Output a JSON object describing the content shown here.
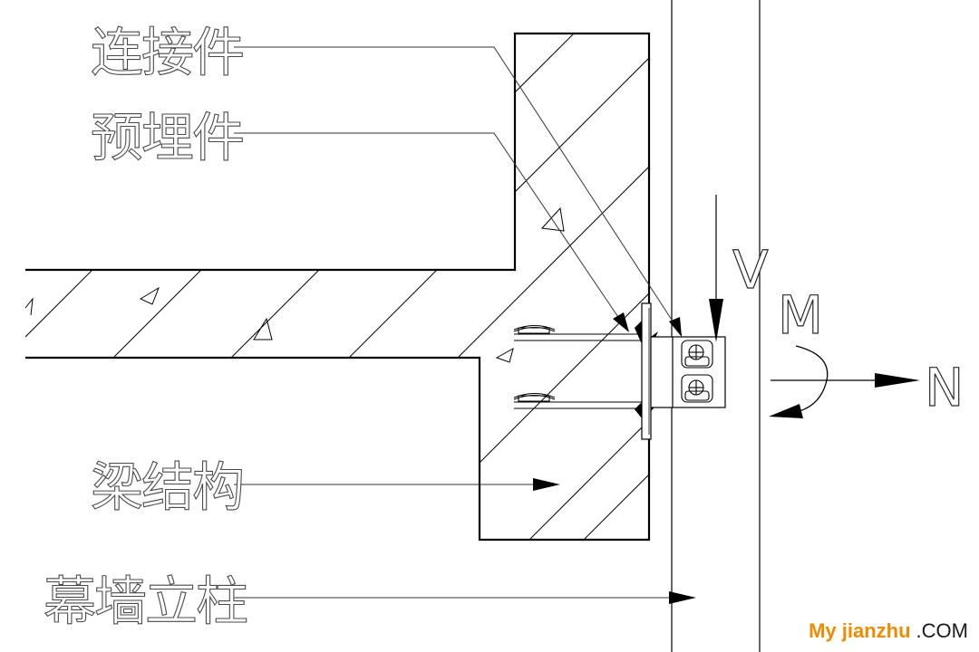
{
  "labels": {
    "connector": "连接件",
    "embedded_part": "预埋件",
    "beam_structure": "梁结构",
    "curtain_wall_mullion": "幕墙立柱"
  },
  "forces": {
    "shear": "V",
    "moment": "M",
    "axial": "N"
  },
  "watermark": {
    "name": "My jianzhu",
    "tld": ".COM",
    "color": "#f08a00"
  },
  "colors": {
    "line": "#000000",
    "label_text": "#4a4a4a",
    "leader": "#333333"
  }
}
